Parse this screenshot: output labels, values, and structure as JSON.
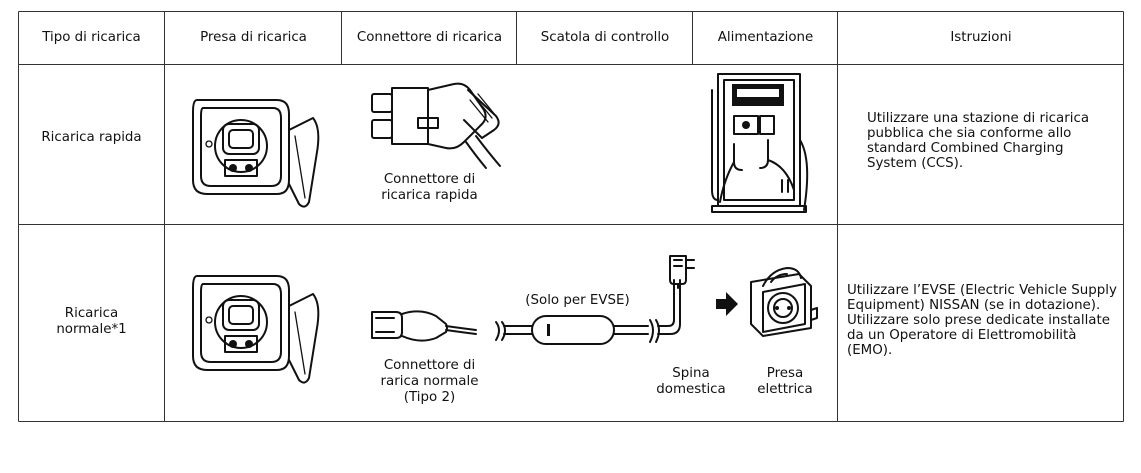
{
  "headers": {
    "charge_type": "Tipo di ricarica",
    "inlet": "Presa di ricarica",
    "connector": "Connettore di ricarica",
    "control_box": "Scatola di controllo",
    "power_supply": "Alimentazione",
    "instructions": "Istruzioni"
  },
  "rows": {
    "fast": {
      "type": "Ricarica rapida",
      "connector_caption": [
        "Connettore di",
        "ricarica rapida"
      ],
      "instructions": [
        "Utilizzare una stazione di ricarica",
        "pubblica che sia conforme allo",
        "standard Combined Charging",
        "System (CCS)."
      ]
    },
    "normal": {
      "type": [
        "Ricarica",
        "normale*1"
      ],
      "connector_caption": [
        "Connettore di",
        "rarica normale",
        "(Tipo 2)"
      ],
      "evse_note": "(Solo per EVSE)",
      "plug_caption": [
        "Spina",
        "domestica"
      ],
      "outlet_caption": [
        "Presa",
        "elettrica"
      ],
      "instructions": [
        "Utilizzare l’EVSE (Electric Vehicle Supply",
        "Equipment) NISSAN (se in dotazione).",
        "Utilizzare solo prese dedicate installate",
        "da un Operatore di Elettromobilità",
        "(EMO)."
      ]
    }
  },
  "icons": [
    "charging-inlet-icon",
    "ccs-fast-connector-icon",
    "dc-charging-station-icon",
    "type2-connector-icon",
    "evse-cable-icon",
    "domestic-plug-icon",
    "arrow-right-icon",
    "wall-socket-icon"
  ]
}
